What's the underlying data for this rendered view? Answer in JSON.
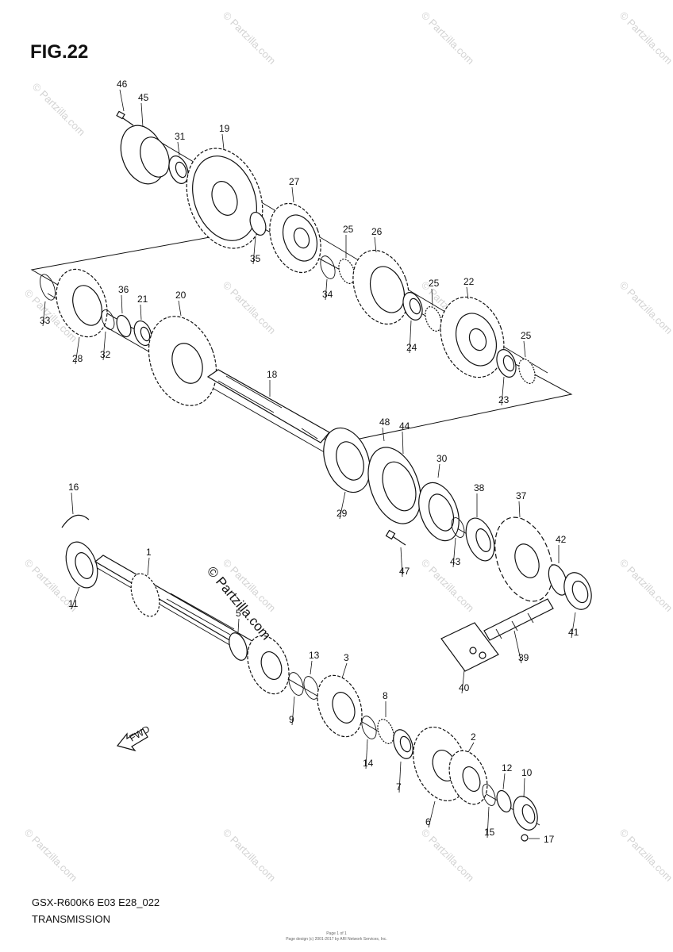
{
  "figure": {
    "title": "FIG.22",
    "model_code": "GSX-R600K6 E03 E28_022",
    "section_name": "TRANSMISSION",
    "watermark_text": "© Partzilla.com",
    "fwd_label": "FWD",
    "copyright_line_1": "Page 1 of 1",
    "copyright_line_2": "Page design (c) 2001-2017 by ARI Network Services, Inc."
  },
  "callouts": [
    {
      "label": "46"
    },
    {
      "label": "45"
    },
    {
      "label": "31"
    },
    {
      "label": "19"
    },
    {
      "label": "27"
    },
    {
      "label": "35"
    },
    {
      "label": "25"
    },
    {
      "label": "26"
    },
    {
      "label": "34"
    },
    {
      "label": "25"
    },
    {
      "label": "22"
    },
    {
      "label": "24"
    },
    {
      "label": "25"
    },
    {
      "label": "23"
    },
    {
      "label": "33"
    },
    {
      "label": "36"
    },
    {
      "label": "21"
    },
    {
      "label": "20"
    },
    {
      "label": "32"
    },
    {
      "label": "28"
    },
    {
      "label": "18"
    },
    {
      "label": "48"
    },
    {
      "label": "44"
    },
    {
      "label": "30"
    },
    {
      "label": "29"
    },
    {
      "label": "38"
    },
    {
      "label": "37"
    },
    {
      "label": "42"
    },
    {
      "label": "47"
    },
    {
      "label": "43"
    },
    {
      "label": "41"
    },
    {
      "label": "39"
    },
    {
      "label": "40"
    },
    {
      "label": "16"
    },
    {
      "label": "1"
    },
    {
      "label": "11"
    },
    {
      "label": "5"
    },
    {
      "label": "13"
    },
    {
      "label": "3"
    },
    {
      "label": "9"
    },
    {
      "label": "8"
    },
    {
      "label": "14"
    },
    {
      "label": "7"
    },
    {
      "label": "2"
    },
    {
      "label": "12"
    },
    {
      "label": "10"
    },
    {
      "label": "6"
    },
    {
      "label": "15"
    },
    {
      "label": "17"
    }
  ],
  "colors": {
    "ink": "#111111",
    "watermark": "#d3d3d3",
    "background": "#ffffff"
  }
}
